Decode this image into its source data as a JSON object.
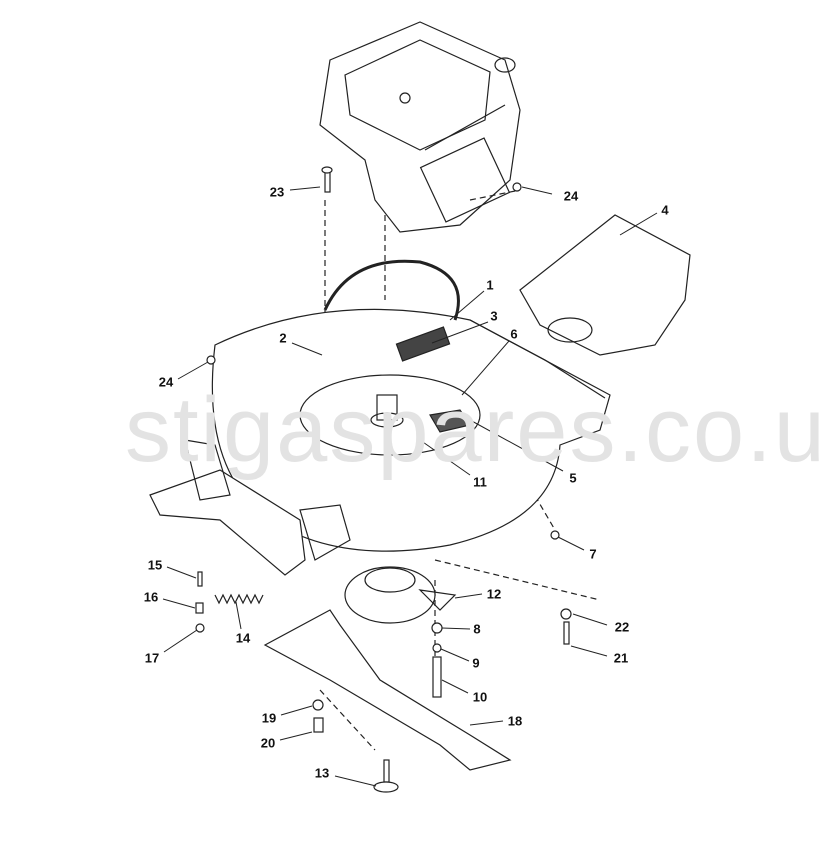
{
  "diagram": {
    "watermark": "stigaspares.co.uk",
    "callouts": [
      {
        "number": "1"
      },
      {
        "number": "2"
      },
      {
        "number": "3"
      },
      {
        "number": "4"
      },
      {
        "number": "5"
      },
      {
        "number": "6"
      },
      {
        "number": "7"
      },
      {
        "number": "8"
      },
      {
        "number": "9"
      },
      {
        "number": "10"
      },
      {
        "number": "11"
      },
      {
        "number": "12"
      },
      {
        "number": "13"
      },
      {
        "number": "14"
      },
      {
        "number": "15"
      },
      {
        "number": "16"
      },
      {
        "number": "17"
      },
      {
        "number": "18"
      },
      {
        "number": "19"
      },
      {
        "number": "20"
      },
      {
        "number": "21"
      },
      {
        "number": "22"
      },
      {
        "number": "23"
      },
      {
        "number": "24"
      },
      {
        "number": "24"
      }
    ]
  }
}
